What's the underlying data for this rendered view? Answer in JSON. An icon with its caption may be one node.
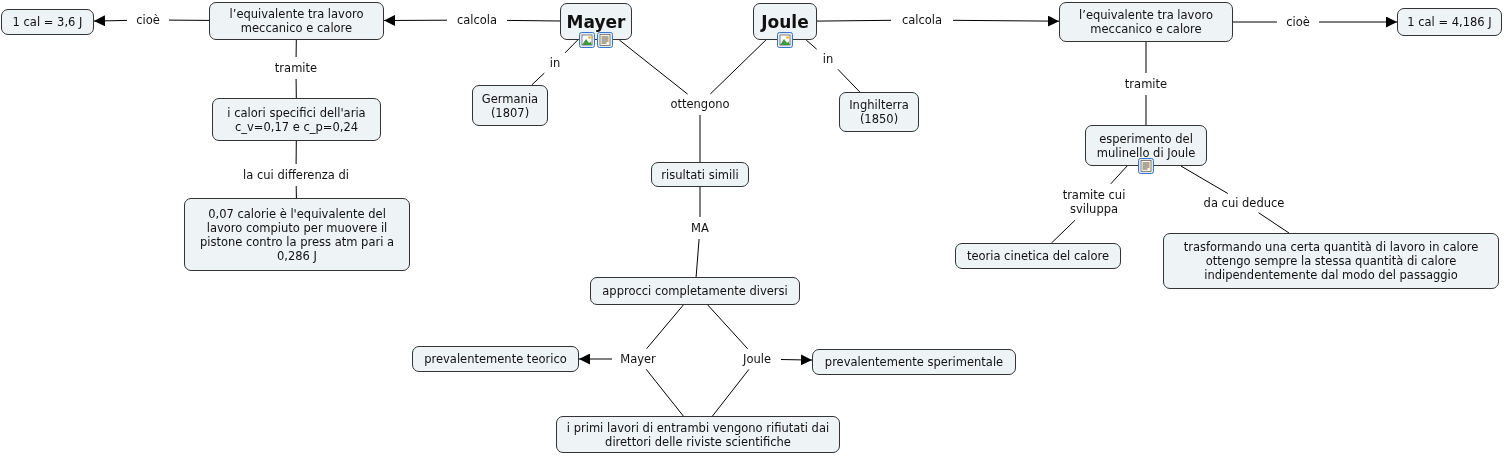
{
  "diagram": {
    "nodes": [
      {
        "text": [
          "1 cal = 3,6 J"
        ]
      },
      {
        "text": [
          "cioè"
        ]
      },
      {
        "text": [
          "l’equivalente tra lavoro meccanico e calore"
        ]
      },
      {
        "text": [
          "calcola"
        ]
      },
      {
        "text": [
          "Mayer"
        ]
      },
      {
        "text": [
          "Joule"
        ]
      },
      {
        "text": [
          "calcola"
        ]
      },
      {
        "text": [
          "l’equivalente tra lavoro meccanico e calore"
        ]
      },
      {
        "text": [
          "cioè"
        ]
      },
      {
        "text": [
          "1 cal = 4,186 J"
        ]
      },
      {
        "text": [
          "in"
        ]
      },
      {
        "text": [
          "tramite"
        ]
      },
      {
        "text": [
          "in"
        ]
      },
      {
        "text": [
          "tramite"
        ]
      },
      {
        "text": [
          "Germania (1807)"
        ]
      },
      {
        "text": [
          "Inghilterra (1850)"
        ]
      },
      {
        "text": [
          "i calori specifici dell'aria c_v=0,17 e c_p=0,24"
        ]
      },
      {
        "text": [
          "ottengono"
        ]
      },
      {
        "text": [
          "esperimento del mulinello di Joule"
        ]
      },
      {
        "text": [
          "risultati simili"
        ]
      },
      {
        "text": [
          "la cui differenza di"
        ]
      },
      {
        "text": [
          "tramite cui sviluppa"
        ]
      },
      {
        "text": [
          "da cui deduce"
        ]
      },
      {
        "text": [
          "0,07 calorie è l'equivalente del lavoro compiuto per muovere il pistone contro la press atm pari a 0,286 J"
        ]
      },
      {
        "text": [
          "MA"
        ]
      },
      {
        "text": [
          "teoria cinetica del calore"
        ]
      },
      {
        "text": [
          "trasformando una certa quantità di lavoro in calore ottengo sempre la stessa quantità di calore indipendentemente dal modo del passaggio"
        ]
      },
      {
        "text": [
          "approcci completamente diversi"
        ]
      },
      {
        "text": [
          "prevalentemente teorico"
        ]
      },
      {
        "text": [
          "Mayer"
        ]
      },
      {
        "text": [
          "Joule"
        ]
      },
      {
        "text": [
          "prevalentemente sperimentale"
        ]
      },
      {
        "text": [
          "i primi lavori di entrambi vengono rifiutati dai direttori delle riviste scientifiche"
        ]
      }
    ],
    "edges": [
      {
        "from": 4,
        "to": 3,
        "arrow": "none"
      },
      {
        "from": 3,
        "to": 2,
        "arrow": "to"
      },
      {
        "from": 2,
        "to": 1,
        "arrow": "none"
      },
      {
        "from": 1,
        "to": 0,
        "arrow": "to"
      },
      {
        "from": 5,
        "to": 6,
        "arrow": "none"
      },
      {
        "from": 6,
        "to": 7,
        "arrow": "to"
      },
      {
        "from": 7,
        "to": 8,
        "arrow": "none"
      },
      {
        "from": 8,
        "to": 9,
        "arrow": "to"
      },
      {
        "from": 2,
        "to": 11,
        "arrow": "none"
      },
      {
        "from": 11,
        "to": 16,
        "arrow": "none"
      },
      {
        "from": 16,
        "to": 20,
        "arrow": "none"
      },
      {
        "from": 20,
        "to": 23,
        "arrow": "none"
      },
      {
        "from": 4,
        "to": 10,
        "arrow": "none"
      },
      {
        "from": 10,
        "to": 14,
        "arrow": "none"
      },
      {
        "from": 5,
        "to": 12,
        "arrow": "none"
      },
      {
        "from": 12,
        "to": 15,
        "arrow": "none"
      },
      {
        "from": 4,
        "to": 17,
        "arrow": "none"
      },
      {
        "from": 5,
        "to": 17,
        "arrow": "none"
      },
      {
        "from": 17,
        "to": 19,
        "arrow": "none"
      },
      {
        "from": 19,
        "to": 24,
        "arrow": "none"
      },
      {
        "from": 24,
        "to": 27,
        "arrow": "none"
      },
      {
        "from": 7,
        "to": 13,
        "arrow": "none"
      },
      {
        "from": 13,
        "to": 18,
        "arrow": "none"
      },
      {
        "from": 18,
        "to": 21,
        "arrow": "none"
      },
      {
        "from": 21,
        "to": 25,
        "arrow": "none"
      },
      {
        "from": 18,
        "to": 22,
        "arrow": "none"
      },
      {
        "from": 22,
        "to": 26,
        "arrow": "none"
      },
      {
        "from": 27,
        "to": 29,
        "arrow": "none"
      },
      {
        "from": 27,
        "to": 30,
        "arrow": "none"
      },
      {
        "from": 29,
        "to": 28,
        "arrow": "to"
      },
      {
        "from": 30,
        "to": 31,
        "arrow": "to"
      },
      {
        "from": 29,
        "to": 32,
        "arrow": "none"
      },
      {
        "from": 30,
        "to": 32,
        "arrow": "none"
      }
    ]
  }
}
